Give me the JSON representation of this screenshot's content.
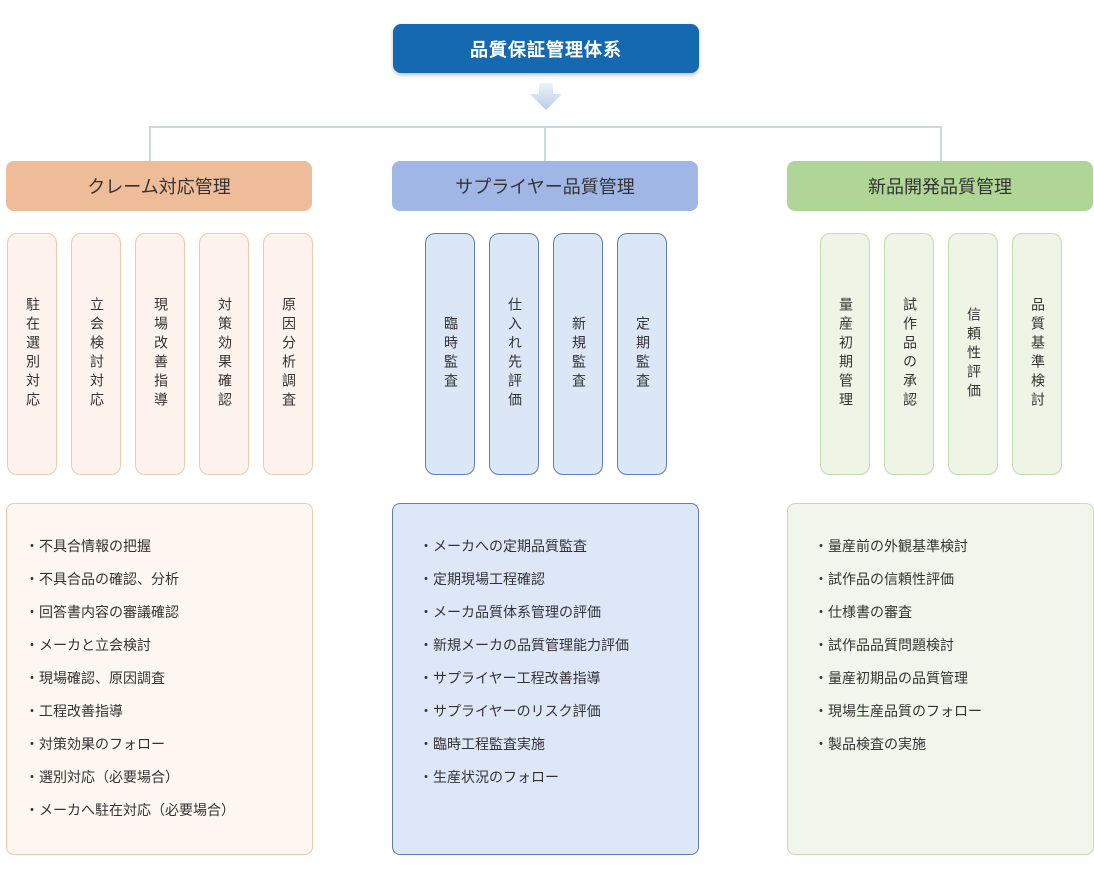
{
  "title": "品質保証管理体系",
  "categories": [
    {
      "header": "クレーム対応管理",
      "cards": [
        "駐在選別対応",
        "立会検討対応",
        "現場改善指導",
        "対策効果確認",
        "原因分析調査"
      ],
      "details": [
        "・不具合情報の把握",
        "・不具合品の確認、分析",
        "・回答書内容の審議確認",
        "・メーカと立会検討",
        "・現場確認、原因調査",
        "・工程改善指導",
        "・対策効果のフォロー",
        "・選別対応（必要場合）",
        "・メーカへ駐在対応（必要場合）"
      ]
    },
    {
      "header": "サプライヤー品質管理",
      "cards": [
        "臨時監査",
        "仕入れ先評価",
        "新規監査",
        "定期監査"
      ],
      "details": [
        "・メーカへの定期品質監査",
        "・定期現場工程確認",
        "・メーカ品質体系管理の評価",
        "・新規メーカの品質管理能力評価",
        "・サプライヤー工程改善指導",
        "・サプライヤーのリスク評価",
        "・臨時工程監査実施",
        "・生産状況のフォロー"
      ]
    },
    {
      "header": "新品開発品質管理",
      "cards": [
        "量産初期管理",
        "試作品の承認",
        "信頼性評価",
        "品質基準検討"
      ],
      "details": [
        "・量産前の外観基準検討",
        "・試作品の信頼性評価",
        "・仕様書の審査",
        "・試作品品質問題検討",
        "・量産初期品の品質管理",
        "・現場生産品質のフォロー",
        "・製品検査の実施"
      ]
    }
  ]
}
